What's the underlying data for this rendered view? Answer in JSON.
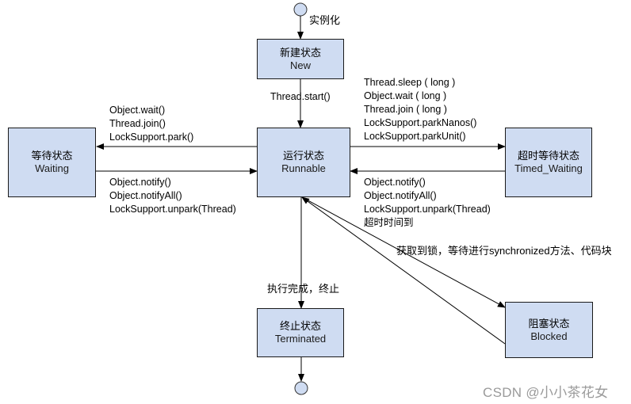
{
  "colors": {
    "state_fill": "#cfdcf2",
    "state_border": "#1a1a1a",
    "line": "#000000",
    "watermark": "#9a9a9a"
  },
  "states": {
    "new": {
      "zh": "新建状态",
      "en": "New"
    },
    "runnable": {
      "zh": "运行状态",
      "en": "Runnable"
    },
    "waiting": {
      "zh": "等待状态",
      "en": "Waiting"
    },
    "timed_waiting": {
      "zh": "超时等待状态",
      "en": "Timed_Waiting"
    },
    "blocked": {
      "zh": "阻塞状态",
      "en": "Blocked"
    },
    "terminated": {
      "zh": "终止状态",
      "en": "Terminated"
    }
  },
  "transitions": {
    "instantiate": "实例化",
    "start": "Thread.start()",
    "to_waiting": [
      "Object.wait()",
      "Thread.join()",
      "LockSupport.park()"
    ],
    "from_waiting": [
      "Object.notify()",
      "Object.notifyAll()",
      "LockSupport.unpark(Thread)"
    ],
    "to_timed_waiting": [
      "Thread.sleep ( long )",
      "Object.wait ( long )",
      "Thread.join ( long )",
      "LockSupport.parkNanos()",
      "LockSupport.parkUnit()"
    ],
    "from_timed_waiting": [
      "Object.notify()",
      "Object.notifyAll()",
      "LockSupport.unpark(Thread)",
      "超时时间到"
    ],
    "blocked_label": "获取到锁，等待进行synchronized方法、代码块",
    "terminate": "执行完成，终止"
  },
  "watermark": "CSDN @小小茶花女"
}
